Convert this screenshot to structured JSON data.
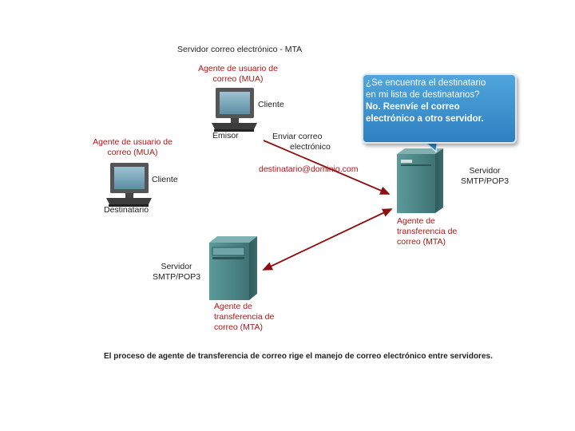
{
  "header": {
    "title": "Servidor correo electrónico - MTA"
  },
  "sender": {
    "mua_label": [
      "Agente de usuario de",
      "correo (MUA)"
    ],
    "client_label": "Cliente",
    "role_label": "Emisor"
  },
  "recipient": {
    "mua_label": [
      "Agente de usuario de",
      "correo (MUA)"
    ],
    "client_label": "Cliente",
    "role_label": "Destinatario"
  },
  "send_action": {
    "label": [
      "Enviar correo",
      "electrónico"
    ],
    "address": "destinatario@dominio.com"
  },
  "server_right": {
    "type_label": [
      "Servidor",
      "SMTP/POP3"
    ],
    "mta_label": [
      "Agente de",
      "transferencia de",
      "correo (MTA)"
    ]
  },
  "server_left": {
    "type_label": [
      "Servidor",
      "SMTP/POP3"
    ],
    "mta_label": [
      "Agente de",
      "transferencia de",
      "correo (MTA)"
    ]
  },
  "bubble": {
    "question": [
      "¿Se encuentra el destinatario",
      "en mi lista de destinatarios?"
    ],
    "answer": [
      "No. Reenvíe el correo",
      "electrónico a otro servidor."
    ]
  },
  "caption": "El proceso de agente de transferencia de correo rige el manejo de correo electrónico entre servidores.",
  "colors": {
    "accent_red": "#b01515",
    "arrow": "#8b1010",
    "bubble_blue": "#3a8fd0",
    "server": "#4f8a8b",
    "monitor_screen": "#6fa0b4"
  }
}
